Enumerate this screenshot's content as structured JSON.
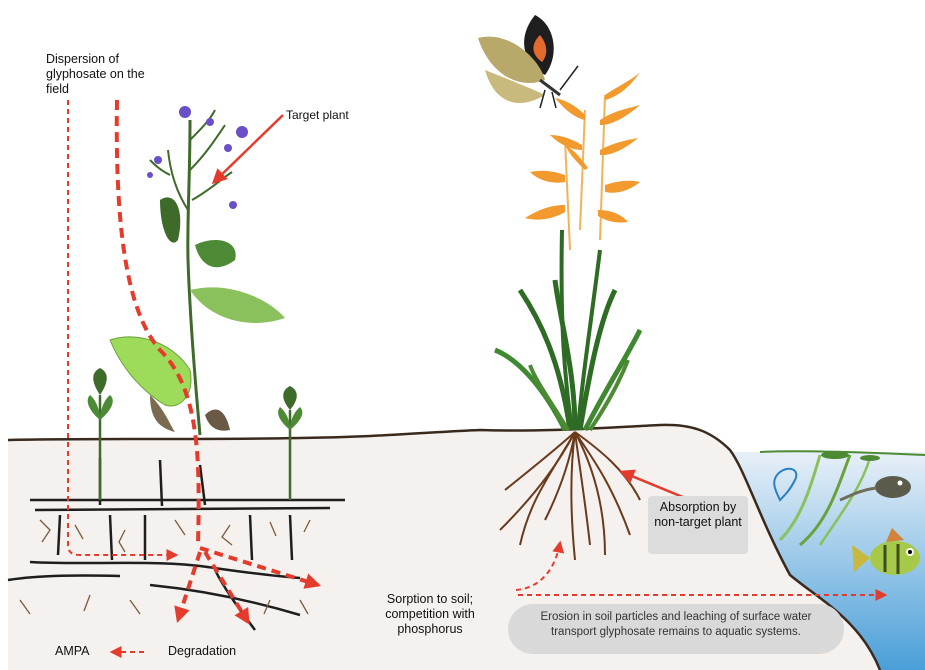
{
  "labels": {
    "dispersion": "Dispersion of glyphosate on the field",
    "target_plant": "Target plant",
    "absorption": "Absorption by non-target plant",
    "sorption": "Sorption to soil; competition with phosphorus",
    "erosion": "Erosion in soil particles and leaching of surface water transport glyphosate remains to aquatic systems.",
    "ampa": "AMPA",
    "degradation": "Degradation"
  },
  "colors": {
    "soil": "#f4f1ee",
    "soil_line": "#3a2a1e",
    "arrow_red": "#e53b2c",
    "water": "#cfe3f1",
    "leaf_dark": "#2e6b24",
    "leaf_light": "#9edb5a",
    "grass_orange": "#f29a2e",
    "root_brown": "#6b3a1d"
  }
}
